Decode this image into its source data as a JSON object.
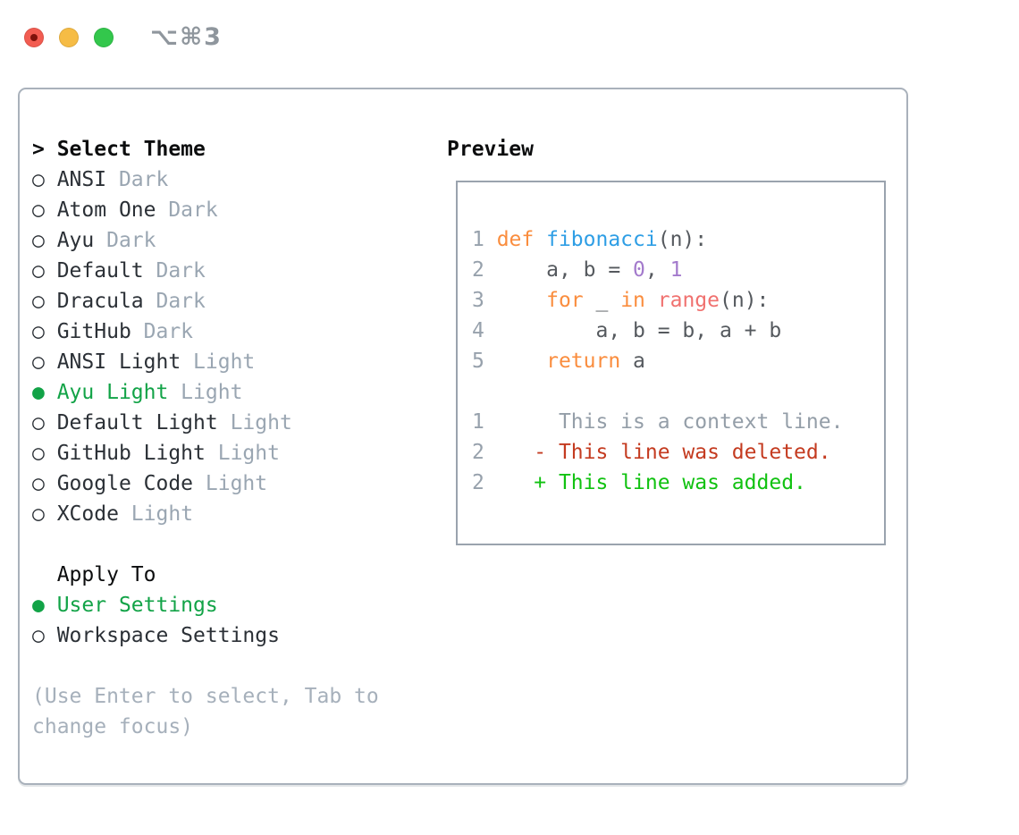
{
  "colors": {
    "heading_black": "#0c0d0e",
    "dark_text": "#2b3036",
    "muted_gray": "#9aa6b2",
    "hint_gray": "#a6b0bb",
    "line_number": "#97a1ac",
    "code_text": "#55595e",
    "keyword_orange": "#fa8d3e",
    "function_blue": "#2e9ee5",
    "number_purple": "#a37acc",
    "call_coral": "#f0716f",
    "context_gray": "#949ea8",
    "deleted_red": "#c43b20",
    "added_green": "#11c211",
    "select_green": "#12a347",
    "panel_border": "#a9b1bb",
    "preview_border": "#9aa3ae",
    "traffic_red": "#f25c51",
    "traffic_red_dot": "#7e120b",
    "traffic_yellow": "#f6bc45",
    "traffic_green": "#33c74c",
    "shortcut_gray": "#8f969d"
  },
  "symbols": {
    "heading_pointer": "> ",
    "radio_unselected": "○",
    "radio_selected": "●"
  },
  "titlebar": {
    "shortcut": "⌥⌘3"
  },
  "theme_panel": {
    "heading": "Select Theme",
    "themes": [
      {
        "name": "ANSI",
        "variant": "Dark",
        "selected": false
      },
      {
        "name": "Atom One",
        "variant": "Dark",
        "selected": false
      },
      {
        "name": "Ayu",
        "variant": "Dark",
        "selected": false
      },
      {
        "name": "Default",
        "variant": "Dark",
        "selected": false
      },
      {
        "name": "Dracula",
        "variant": "Dark",
        "selected": false
      },
      {
        "name": "GitHub",
        "variant": "Dark",
        "selected": false
      },
      {
        "name": "ANSI Light",
        "variant": "Light",
        "selected": false
      },
      {
        "name": "Ayu Light",
        "variant": "Light",
        "selected": true
      },
      {
        "name": "Default Light",
        "variant": "Light",
        "selected": false
      },
      {
        "name": "GitHub Light",
        "variant": "Light",
        "selected": false
      },
      {
        "name": "Google Code",
        "variant": "Light",
        "selected": false
      },
      {
        "name": "XCode",
        "variant": "Light",
        "selected": false
      }
    ],
    "apply_heading": "Apply To",
    "apply_options": [
      {
        "label": "User Settings",
        "selected": true
      },
      {
        "label": "Workspace Settings",
        "selected": false
      }
    ],
    "hint_lines": [
      "(Use Enter to select, Tab to",
      "change focus)"
    ]
  },
  "preview": {
    "heading": "Preview",
    "code_lines": [
      {
        "segments": [
          [
            "lineno",
            "1 "
          ],
          [
            "keyword",
            "def "
          ],
          [
            "function",
            "fibonacci"
          ],
          [
            "plain",
            "(n):"
          ]
        ]
      },
      {
        "segments": [
          [
            "lineno",
            "2 "
          ],
          [
            "plain",
            "    a, b = "
          ],
          [
            "number",
            "0"
          ],
          [
            "plain",
            ", "
          ],
          [
            "number",
            "1"
          ]
        ]
      },
      {
        "segments": [
          [
            "lineno",
            "3 "
          ],
          [
            "plain",
            "    "
          ],
          [
            "keyword",
            "for"
          ],
          [
            "plain",
            " _ "
          ],
          [
            "keyword",
            "in"
          ],
          [
            "plain",
            " "
          ],
          [
            "call",
            "range"
          ],
          [
            "plain",
            "(n):"
          ]
        ]
      },
      {
        "segments": [
          [
            "lineno",
            "4 "
          ],
          [
            "plain",
            "        a, b = b, a + b"
          ]
        ]
      },
      {
        "segments": [
          [
            "lineno",
            "5 "
          ],
          [
            "plain",
            "    "
          ],
          [
            "keyword",
            "return"
          ],
          [
            "plain",
            " a"
          ]
        ]
      },
      {
        "segments": []
      },
      {
        "segments": [
          [
            "lineno",
            "1 "
          ],
          [
            "context",
            "     This is a context line."
          ]
        ]
      },
      {
        "segments": [
          [
            "lineno",
            "2 "
          ],
          [
            "deleted",
            "   - This line was deleted."
          ]
        ]
      },
      {
        "segments": [
          [
            "lineno",
            "2 "
          ],
          [
            "added",
            "   + This line was added."
          ]
        ]
      }
    ]
  }
}
